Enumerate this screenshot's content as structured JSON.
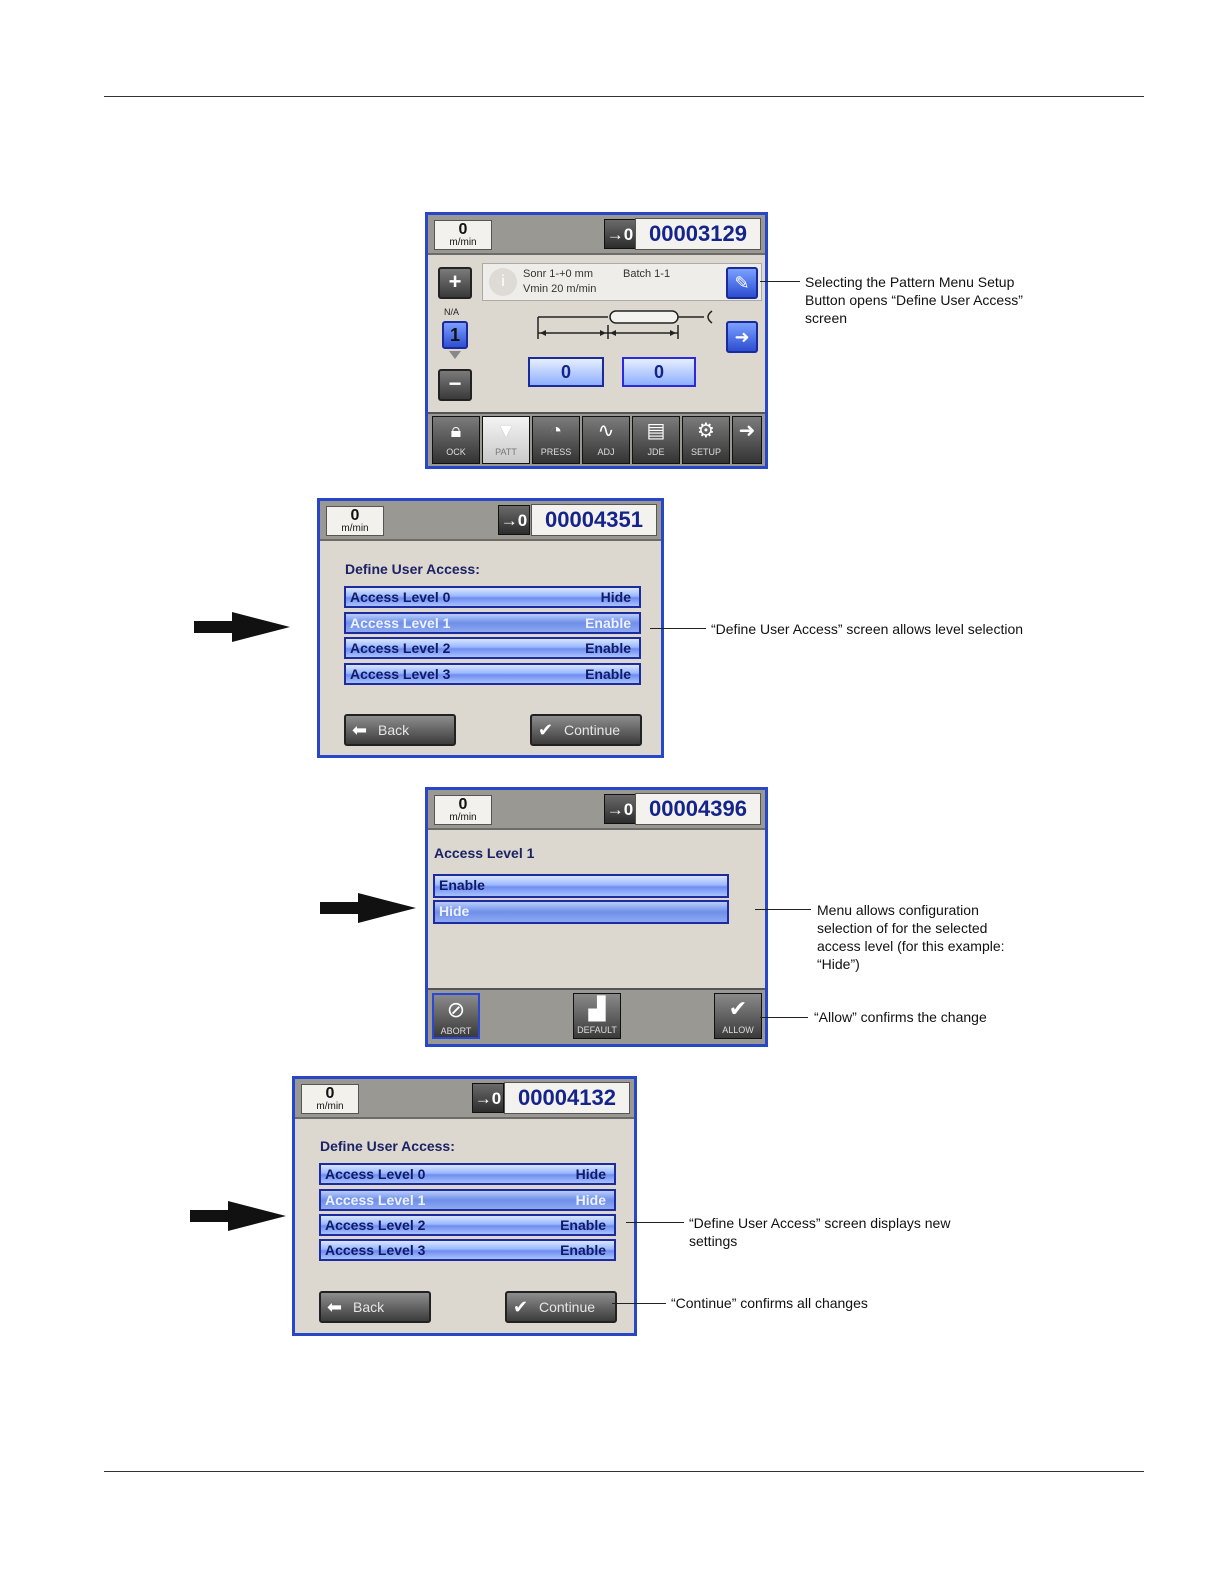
{
  "screen1": {
    "speed": {
      "value": "0",
      "unit": "m/min"
    },
    "zero_label": "→0",
    "counter": "00003129",
    "info": {
      "line1": "Sonr 1-+0 mm",
      "line2": "Vmin 20 m/min",
      "batch": "Batch 1-1"
    },
    "side": {
      "plus": "+",
      "na": "N/A",
      "index": "1",
      "minus": "−"
    },
    "values": [
      "0",
      "0"
    ],
    "tabs": [
      "OCK",
      "PATT",
      "PRESS",
      "ADJ",
      "JDE",
      "SETUP"
    ]
  },
  "screen2": {
    "speed": {
      "value": "0",
      "unit": "m/min"
    },
    "zero_label": "→0",
    "counter": "00004351",
    "title": "Define User Access:",
    "rows": [
      {
        "label": "Access Level 0",
        "value": "Hide"
      },
      {
        "label": "Access Level 1",
        "value": "Enable"
      },
      {
        "label": "Access Level 2",
        "value": "Enable"
      },
      {
        "label": "Access Level 3",
        "value": "Enable"
      }
    ],
    "back": "Back",
    "continue": "Continue"
  },
  "screen3": {
    "speed": {
      "value": "0",
      "unit": "m/min"
    },
    "zero_label": "→0",
    "counter": "00004396",
    "title": "Access Level 1",
    "options": [
      "Enable",
      "Hide"
    ],
    "buttons": [
      "ABORT",
      "DEFAULT",
      "ALLOW"
    ]
  },
  "screen4": {
    "speed": {
      "value": "0",
      "unit": "m/min"
    },
    "zero_label": "→0",
    "counter": "00004132",
    "title": "Define User Access:",
    "rows": [
      {
        "label": "Access Level 0",
        "value": "Hide"
      },
      {
        "label": "Access Level 1",
        "value": "Hide"
      },
      {
        "label": "Access Level 2",
        "value": "Enable"
      },
      {
        "label": "Access Level 3",
        "value": "Enable"
      }
    ],
    "back": "Back",
    "continue": "Continue"
  },
  "callouts": {
    "c1": [
      "Selecting the Pattern Menu Setup",
      "Button opens “Define User Access”",
      "screen"
    ],
    "c2": "“Define User Access” screen allows level selection",
    "c3": [
      "Menu allows configuration",
      "selection of for  the selected",
      "access level (for this example:",
      "“Hide”)"
    ],
    "c4": "“Allow” confirms the change",
    "c5": [
      "“Define User Access” screen displays new",
      "settings"
    ],
    "c6": "“Continue” confirms all changes"
  },
  "colors": {
    "frame": "#2846c8",
    "panel": "#ddd8cf",
    "bar": "#9a9893",
    "counter_text": "#14248a"
  }
}
